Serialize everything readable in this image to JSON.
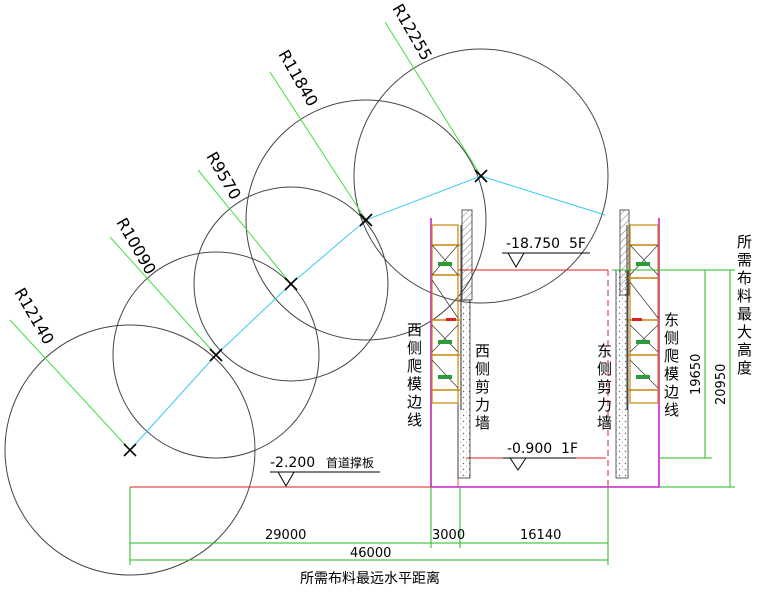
{
  "radii": [
    "R12140",
    "R10090",
    "R9570",
    "R11840",
    "R12255"
  ],
  "levels": {
    "top": "-18.750  5F",
    "mid": "-0.900  1F",
    "low": "-2.200",
    "low_note": "首道撑板"
  },
  "walls": {
    "west_climb": "西侧爬模边线",
    "west_wall": "西侧剪力墙",
    "east_wall": "东侧剪力墙",
    "east_climb": "东侧爬模边线"
  },
  "right_label": "所需布料最大高度",
  "dims": {
    "h_inner": "19650",
    "h_outer": "20950",
    "d1": "29000",
    "d2": "3000",
    "d3": "16140",
    "total": "46000"
  },
  "bottom_caption": "所需布料最远水平距离",
  "colors": {
    "circle": "#444444",
    "radius_line": "#44dd44",
    "path_line": "#33ccee",
    "level_line": "#dd2222",
    "boundary": "#cc22cc",
    "dim_line": "#22bb22",
    "formwork": "#c8860a"
  }
}
